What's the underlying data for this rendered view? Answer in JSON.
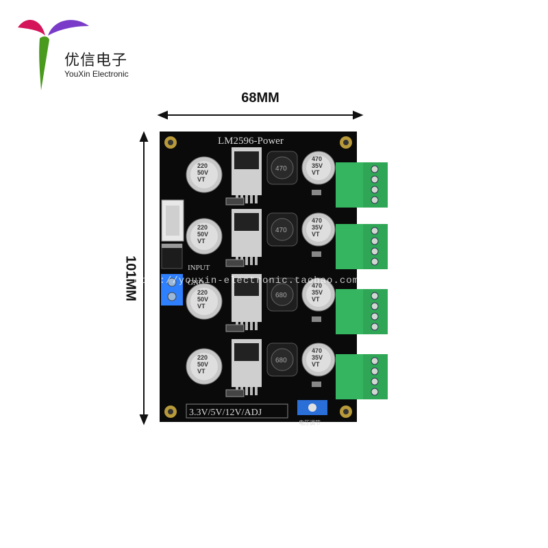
{
  "brand": {
    "name_cn": "优信电子",
    "name_en": "YouXin Electronic"
  },
  "dimensions": {
    "width": "68MM",
    "height": "101MM"
  },
  "board": {
    "title": "LM2596-Power",
    "input_label": "INPUT",
    "gnd_label": "GND",
    "output_label": "3.3V/5V/12V/ADJ",
    "adjust_label": "电压调节"
  },
  "capacitors": {
    "input": "220 50V VT",
    "output": "470 35V VT"
  },
  "inductors": [
    "470",
    "470",
    "680",
    "680"
  ],
  "watermark": "http://youxin-electronic.taobao.com",
  "colors": {
    "pcb": "#0a0a0a",
    "terminal": "#35b560",
    "blue_terminal": "#2f80ff"
  }
}
